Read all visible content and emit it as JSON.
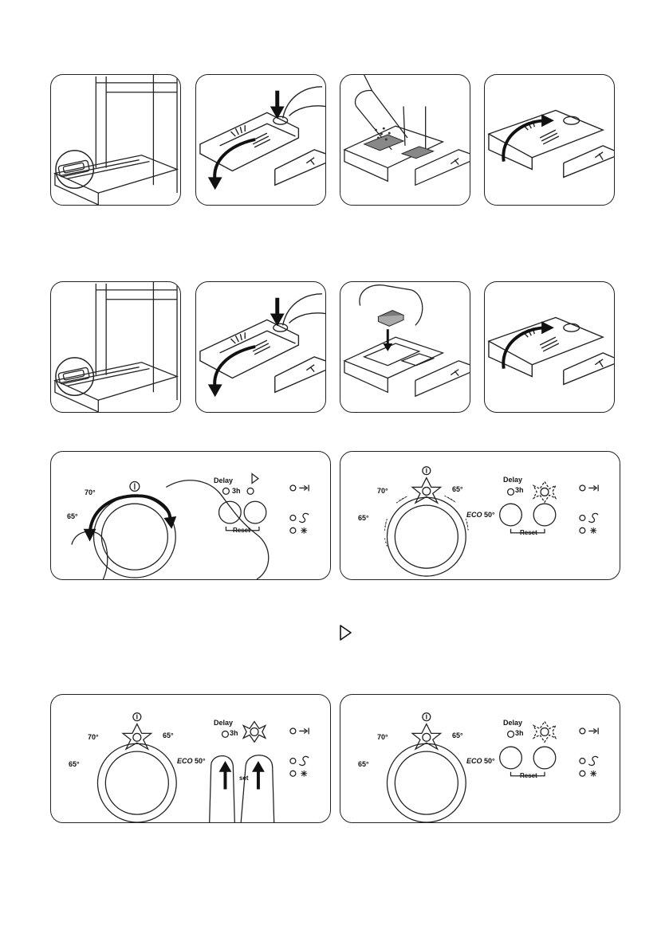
{
  "control_panel": {
    "temp_70": "70°",
    "temp_65_left": "65°",
    "temp_65_right": "65°",
    "eco_text": "ECO",
    "temp_50": "50°",
    "delay_label": "Delay",
    "delay_value": "3h",
    "reset_label": "Reset",
    "set_label": "set"
  },
  "colors": {
    "line": "#222222",
    "fill_gray": "#7a7a7a",
    "hand": "#ffffff"
  },
  "icons": [
    "dishwasher-icon",
    "dispenser-lid-icon",
    "detergent-powder-icon",
    "tablet-icon",
    "close-lid-arrow-icon",
    "program-knob-icon",
    "start-icon",
    "end-indicator-icon",
    "salt-indicator-icon",
    "rinse-aid-indicator-icon"
  ]
}
